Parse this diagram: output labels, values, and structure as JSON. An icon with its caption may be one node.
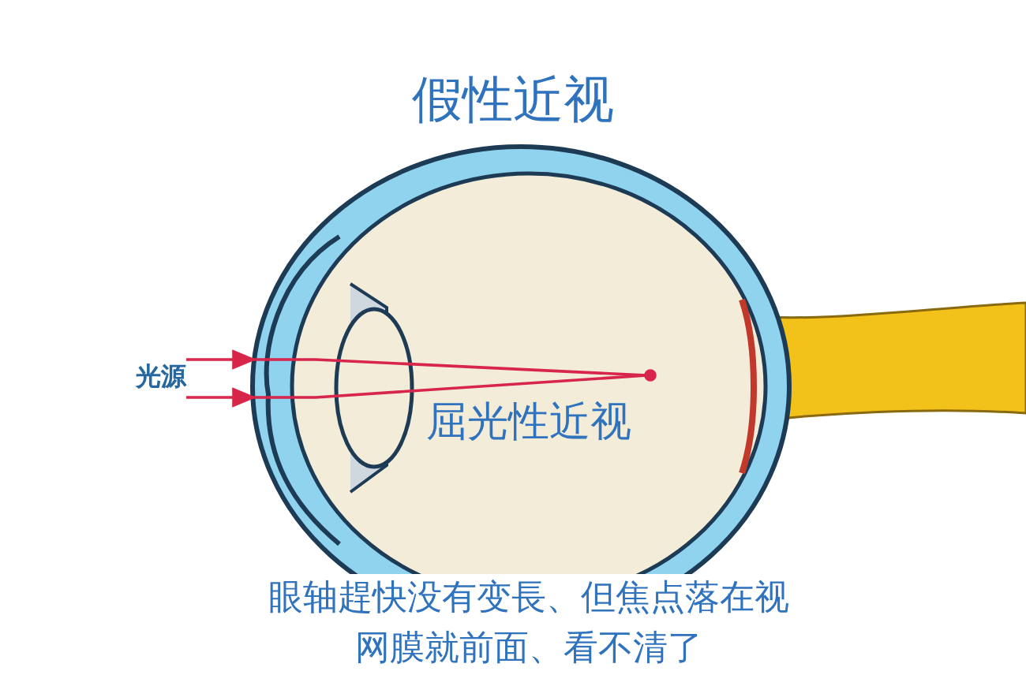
{
  "diagram": {
    "title": "假性近视",
    "caption": "眼轴趕快没有变長、但焦点落在视网膜就前面、看不清了",
    "labels": [
      "光源",
      "屈光性近视"
    ]
  }
}
